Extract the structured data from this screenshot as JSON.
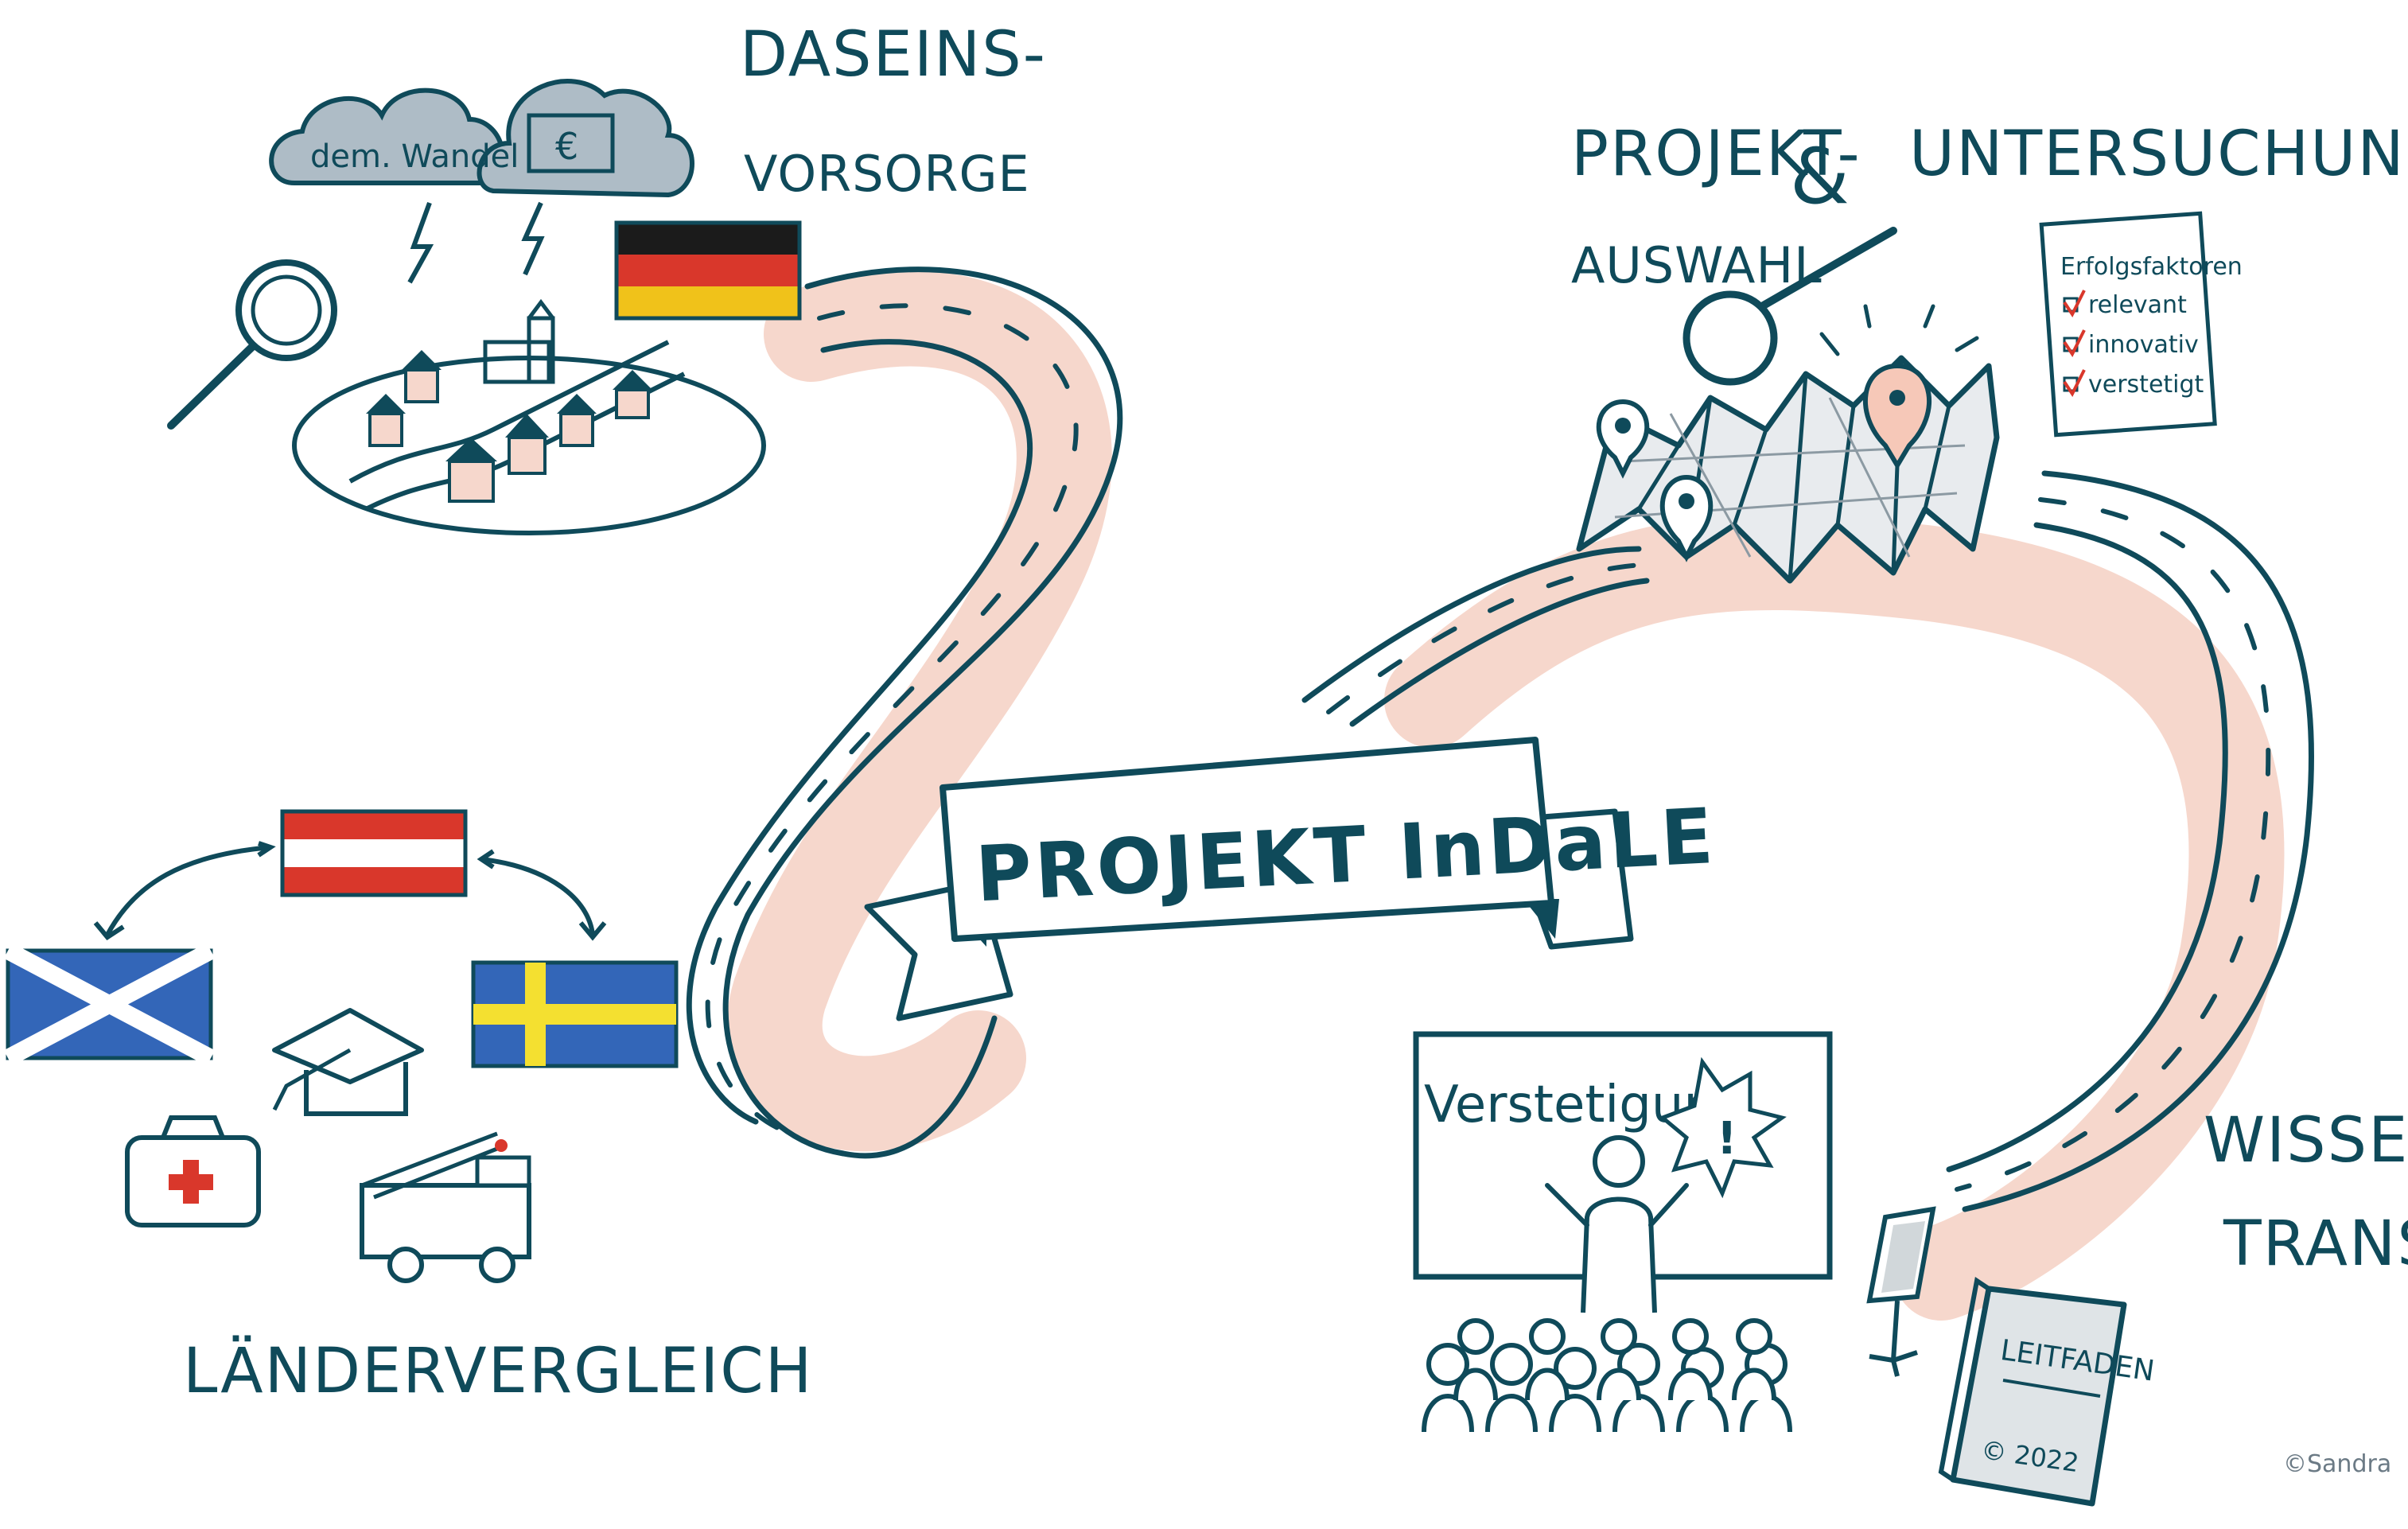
{
  "title": "PROJEKT InDaLE",
  "sections": {
    "daseinsvorsorge": {
      "line1": "DASEINS-",
      "line2": "VORSORGE",
      "cloud_left": "dem. Wandel",
      "cloud_right": "€"
    },
    "projekt_auswahl": {
      "line1": "PROJEKT-",
      "line2": "AUSWAHL"
    },
    "ampersand": "&",
    "untersuchung": "UNTERSUCHUNG",
    "checklist": {
      "title": "Erfolgsfaktoren",
      "items": [
        "relevant",
        "innovativ",
        "verstetigt"
      ]
    },
    "laendervergleich": "LÄNDERVERGLEICH",
    "verstetigung": {
      "board": "Verstetigung",
      "mark": "!"
    },
    "wissenstransfer": {
      "line1": "WISSENS-",
      "line2": "TRANSFER"
    },
    "leitfaden": {
      "title": "LEITFADEN",
      "year": "© 2022"
    },
    "credit": "©Sandra"
  },
  "colors": {
    "ink": "#0f4a5a",
    "road_shadow": "#f6d7cc",
    "cloud": "#aebcc6",
    "flag_red": "#d9372b",
    "flag_gold": "#f0c21a",
    "flag_blue": "#3366b8",
    "flag_yellow": "#f4e030"
  },
  "icons": [
    "magnifier-icon",
    "cloud-icon",
    "lightning-icon",
    "village-icon",
    "map-icon",
    "pin-icon",
    "checklist-icon",
    "graduation-cap-icon",
    "first-aid-kit-icon",
    "fire-truck-icon",
    "flipchart-icon",
    "audience-icon",
    "book-icon"
  ]
}
